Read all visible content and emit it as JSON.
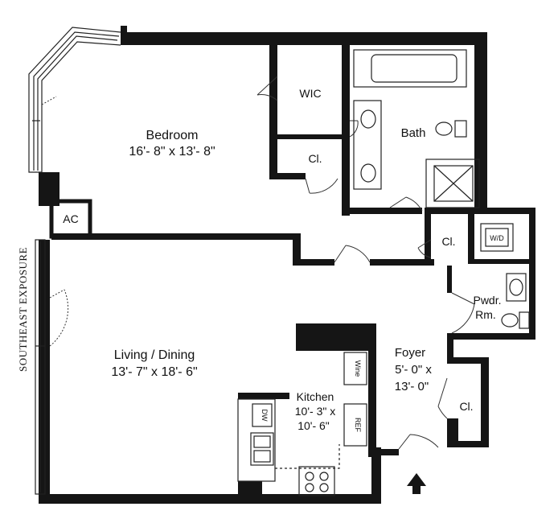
{
  "exposure_label": "SOUTHEAST EXPOSURE",
  "rooms": {
    "bedroom": {
      "name": "Bedroom",
      "dims": "16'- 8\" x 13'- 8\""
    },
    "wic": {
      "name": "WIC"
    },
    "bath": {
      "name": "Bath"
    },
    "bedroom_closet": {
      "name": "Cl."
    },
    "hall_closet": {
      "name": "Cl."
    },
    "foyer_closet": {
      "name": "Cl."
    },
    "ac": {
      "name": "AC"
    },
    "living": {
      "name": "Living / Dining",
      "dims": "13'- 7\" x 18'- 6\""
    },
    "kitchen": {
      "name": "Kitchen",
      "dims_line1": "10'- 3\" x",
      "dims_line2": "10'- 6\""
    },
    "powder": {
      "name_line1": "Pwdr.",
      "name_line2": "Rm."
    },
    "foyer": {
      "name": "Foyer",
      "dims_line1": "5'- 0\" x",
      "dims_line2": "13'- 0\""
    }
  },
  "appliances": {
    "washer_dryer": "W/D",
    "wine": "Wine",
    "dishwasher": "DW",
    "refrigerator": "REF"
  }
}
